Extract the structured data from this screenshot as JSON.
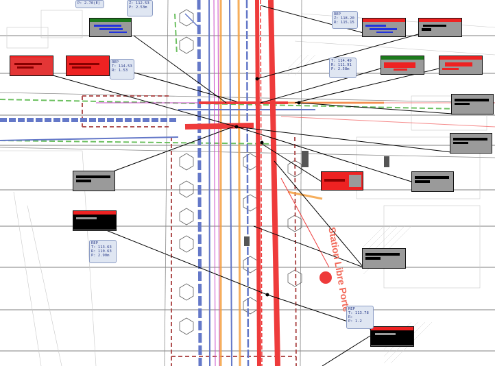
{
  "map": {
    "station_label": "Station Libre Porte",
    "colors": {
      "background": "#ffffff",
      "blue_network": "#6478c8",
      "red_network": "#ee3b3b",
      "orange_network": "#f5a040",
      "green_network": "#6cc060",
      "callout_gray": "#9a9a9a",
      "callout_red": "#ee2222",
      "callout_green": "#1d7a1d",
      "callout_black": "#000000",
      "rep_box_blue": "#dfe6f2"
    }
  },
  "rep_boxes": [
    {
      "id": "rep-top-left",
      "lines": [
        "P: 2.70(E)"
      ]
    },
    {
      "id": "rep-top-1",
      "lines": [
        "Z: 112.53",
        "P: 2.53m"
      ]
    },
    {
      "id": "rep-top-2",
      "lines": [
        "REP",
        "Z: 118.20",
        "R: 115.15"
      ]
    },
    {
      "id": "rep-mid-left",
      "lines": [
        "REP",
        "T: 114.53",
        "R: 1.53"
      ]
    },
    {
      "id": "rep-mid-right",
      "lines": [
        "T: 114.49",
        "R: 111.91",
        "P: 2.58m"
      ]
    },
    {
      "id": "rep-low-left",
      "lines": [
        "REP",
        "T: 113.63",
        "R: 110.63",
        "P: 2.90m"
      ]
    },
    {
      "id": "rep-low-right",
      "lines": [
        "REP",
        "T: 113.78",
        "R:",
        "P: 1.2"
      ]
    }
  ]
}
